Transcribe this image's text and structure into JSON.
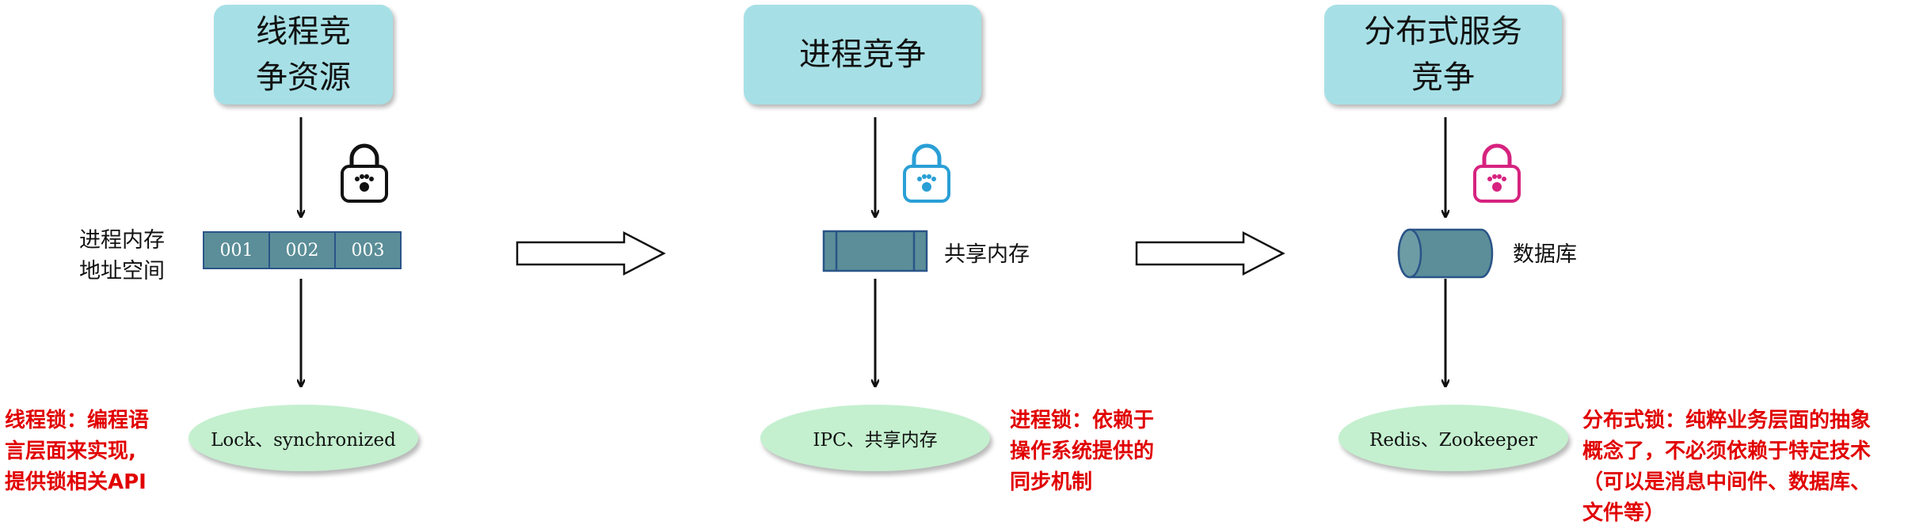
{
  "stage1": {
    "box": "线程竞\n争资源",
    "side_label": "进程内存\n地址空间",
    "cells": [
      "001",
      "002",
      "003"
    ],
    "result": "Lock、synchronized",
    "note": "线程锁：编程语\n言层面来实现,\n提供锁相关API",
    "lock_color": "#111111"
  },
  "stage2": {
    "box": "进程竞争",
    "side_label": "共享内存",
    "result": "IPC、共享内存",
    "note": "进程锁：依赖于\n操作系统提供的\n同步机制",
    "lock_color": "#2a9fd6"
  },
  "stage3": {
    "box": "分布式服务\n竞争",
    "side_label": "数据库",
    "result": "Redis、Zookeeper",
    "note": "分布式锁：纯粹业务层面的抽象\n概念了，不必须依赖于特定技术\n（可以是消息中间件、数据库、\n文件等）",
    "lock_color": "#d6237f"
  },
  "colors": {
    "box_fill": "#a6e0e6",
    "ellipse_fill": "#c4f0cf",
    "memory_fill": "#5b8e98",
    "note_text": "#e10000"
  }
}
